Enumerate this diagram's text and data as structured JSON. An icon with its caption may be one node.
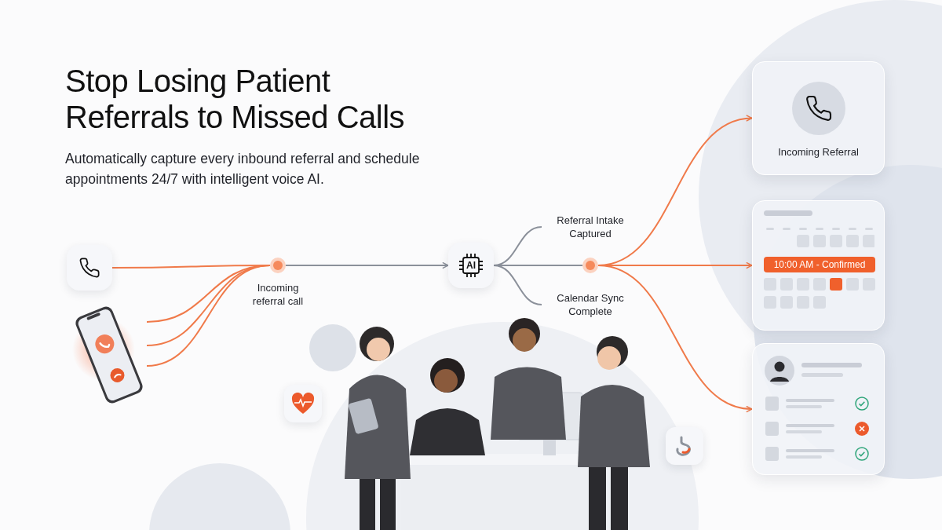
{
  "diagram": {
    "title": "Stop Losing Patient Referrals to Missed Calls",
    "caption": "Automatically capture every inbound referral and schedule appointments 24/7 with intelligent voice AI.",
    "nodes": [
      {
        "text": [],
        "shape": "box"
      },
      {
        "text": [],
        "shape": "picture"
      },
      {
        "text": [],
        "shape": "circle",
        "beside": [
          "Incoming referral call"
        ]
      },
      {
        "text": [
          "AI"
        ]
      },
      {
        "text": [
          "Referral Intake Captured"
        ]
      },
      {
        "text": [
          "Calendar Sync Complete"
        ]
      },
      {
        "text": [],
        "shape": "circle"
      },
      {
        "text": [
          "Incoming Referral"
        ]
      },
      {
        "text": [
          "10:00 AM - Confirmed"
        ]
      },
      {
        "text": [],
        "shape": "box"
      }
    ],
    "edges": [
      {
        "from": 0,
        "to": 2,
        "arrow": "none"
      },
      {
        "from": 1,
        "to": 2,
        "arrow": "none"
      },
      {
        "from": 1,
        "to": 2,
        "arrow": "none"
      },
      {
        "from": 1,
        "to": 2,
        "arrow": "none"
      },
      {
        "from": 2,
        "to": 3,
        "arrow": "to",
        "color": "#8b909a"
      },
      {
        "from": 3,
        "to": 4,
        "arrow": "none",
        "color": "#8b909a"
      },
      {
        "from": 3,
        "to": 5,
        "arrow": "none",
        "color": "#8b909a"
      },
      {
        "from": 3,
        "to": 6,
        "arrow": "none",
        "color": "#8b909a"
      },
      {
        "from": 6,
        "to": 7,
        "arrow": "to"
      },
      {
        "from": 6,
        "to": 8,
        "arrow": "to"
      },
      {
        "from": 6,
        "to": 9,
        "arrow": "to"
      }
    ]
  }
}
